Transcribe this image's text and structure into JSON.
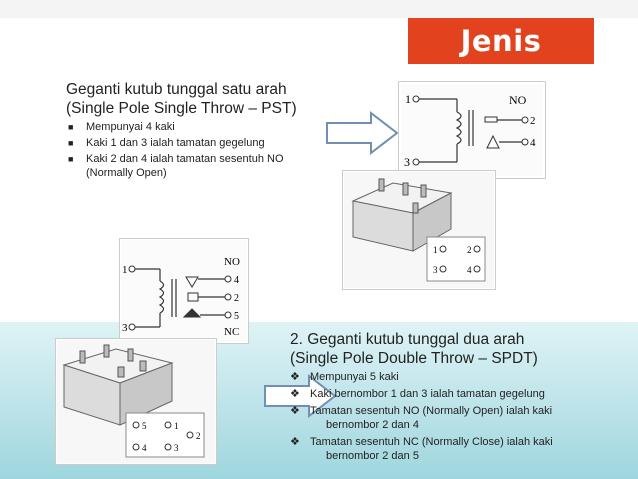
{
  "title": "Jenis Geganti",
  "section1": {
    "heading_line1": "Geganti kutub tunggal satu arah",
    "heading_line2": "(Single Pole Single Throw – PST)",
    "items": [
      {
        "text": "Mempunyai 4 kaki"
      },
      {
        "text": "Kaki 1 dan 3 ialah tamatan gegelung"
      },
      {
        "text": "Kaki 2 dan 4 ialah tamatan sesentuh NO",
        "cont": "(Normally Open)"
      }
    ]
  },
  "section2": {
    "heading_line1": "2. Geganti kutub tunggal dua arah",
    "heading_line2": "(Single Pole Double Throw – SPDT)",
    "items": [
      {
        "text": "Mempunyai 5 kaki"
      },
      {
        "text": "Kaki bernombor 1 dan 3 ialah tamatan gegelung"
      },
      {
        "text": "Tamatan sesentuh NO (Normally Open) ialah kaki",
        "cont": "bernombor 2 dan 4"
      },
      {
        "text": "Tamatan sesentuh NC (Normally Close) ialah kaki",
        "cont": "bernombor 2 dan 5"
      }
    ]
  },
  "diagram_spst": {
    "pin1": "1",
    "pin2": "2",
    "pin3": "3",
    "pin4": "4",
    "no_label": "NO"
  },
  "diagram_spdt": {
    "pin1": "1",
    "pin2": "2",
    "pin3": "3",
    "pin4": "4",
    "pin5": "5",
    "no_label": "NO",
    "nc_label": "NC"
  },
  "pinout_spst": {
    "p1": "1",
    "p2": "2",
    "p3": "3",
    "p4": "4"
  },
  "pinout_spdt": {
    "p5": "5",
    "p1": "1",
    "p2": "2",
    "p4": "4",
    "p3": "3"
  }
}
